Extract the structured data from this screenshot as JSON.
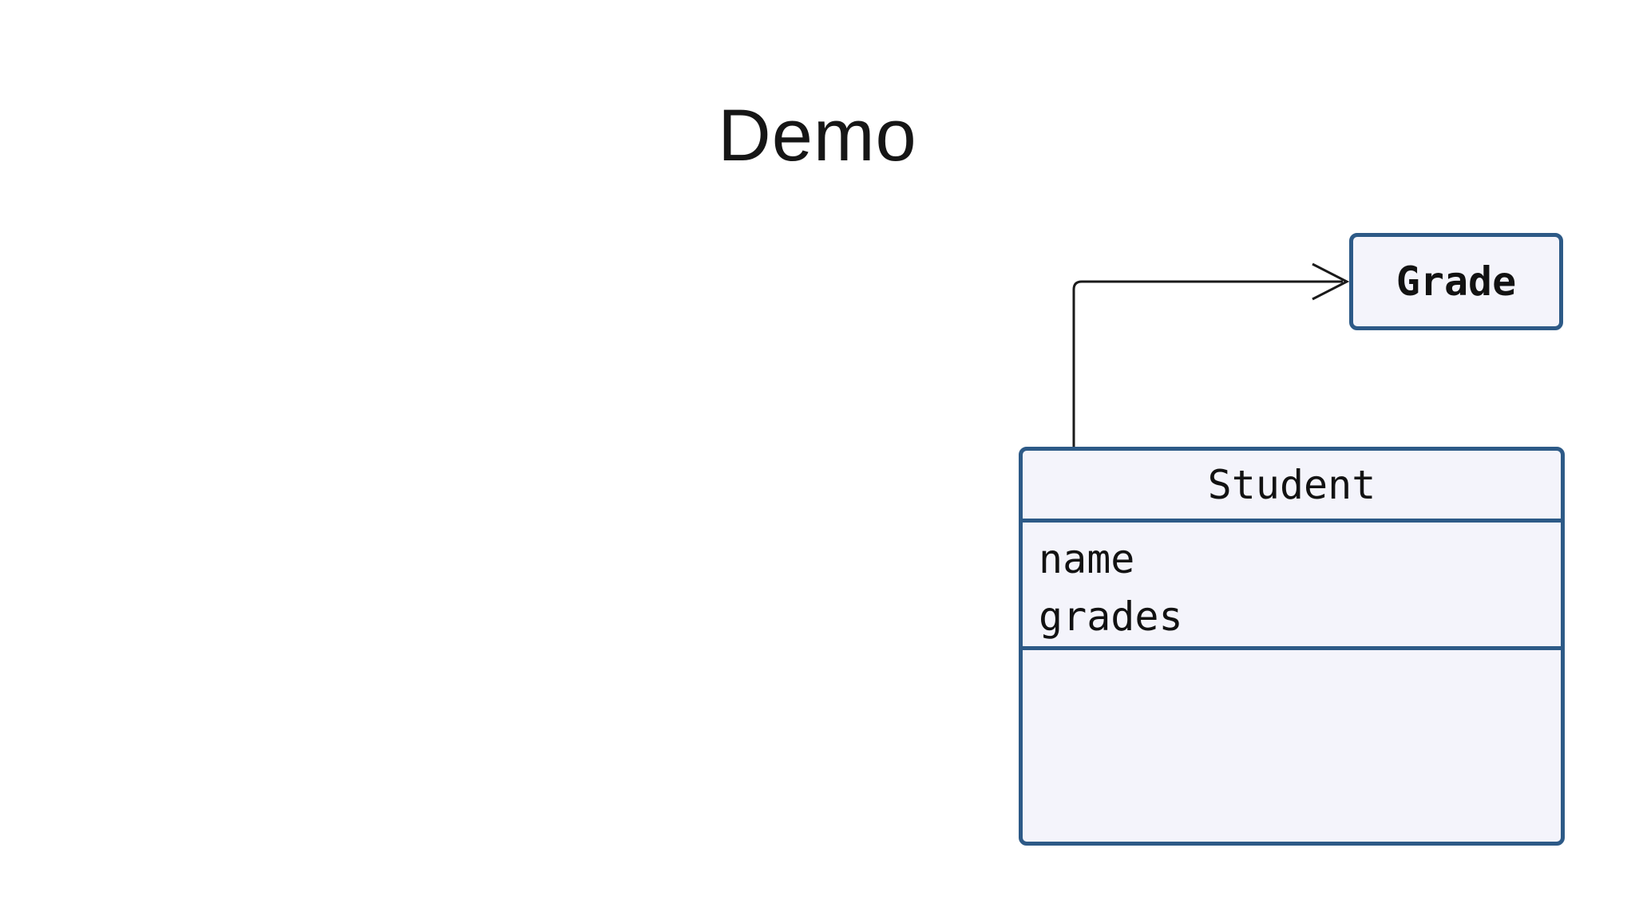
{
  "title": "Demo",
  "diagram": {
    "student_class": {
      "name": "Student",
      "attributes": [
        "name",
        "grades"
      ],
      "methods": []
    },
    "grade_class": {
      "name": "Grade"
    },
    "relation": {
      "from": "Student",
      "to": "Grade",
      "style": "open-arrow-elbow"
    },
    "colors": {
      "border": "#2d5a87",
      "fill": "#f4f4fb",
      "line": "#1a1a1a",
      "text": "#121212",
      "background": "#ffffff"
    }
  }
}
